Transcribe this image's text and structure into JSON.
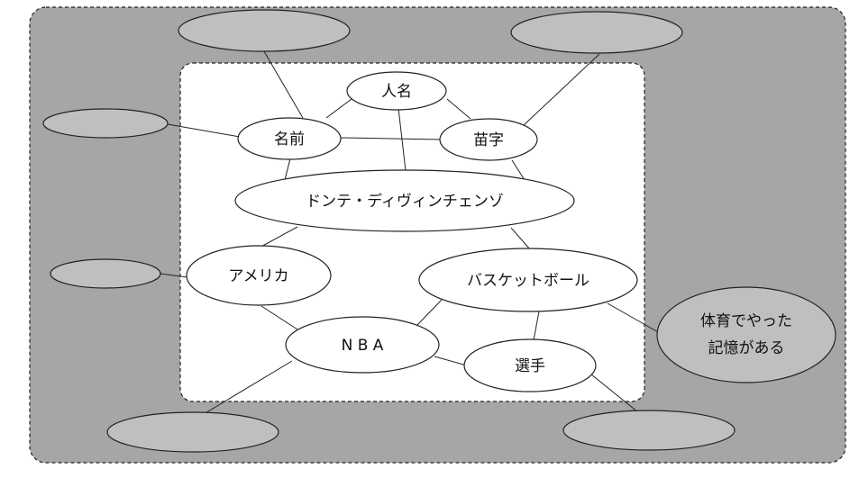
{
  "colors": {
    "outer_fill": "#a6a6a6",
    "inner_fill": "#ffffff",
    "outer_node_fill": "#bfbfbf",
    "stroke": "#222222"
  },
  "nodes": {
    "jinmei": "人名",
    "namae": "名前",
    "myouji": "苗字",
    "name": "ドンテ・ディヴィンチェンゾ",
    "america": "アメリカ",
    "basketball": "バスケットボール",
    "nba": "N B A",
    "senshu": "選手",
    "taiiku_line1": "体育でやった",
    "taiiku_line2": "記憶がある"
  }
}
